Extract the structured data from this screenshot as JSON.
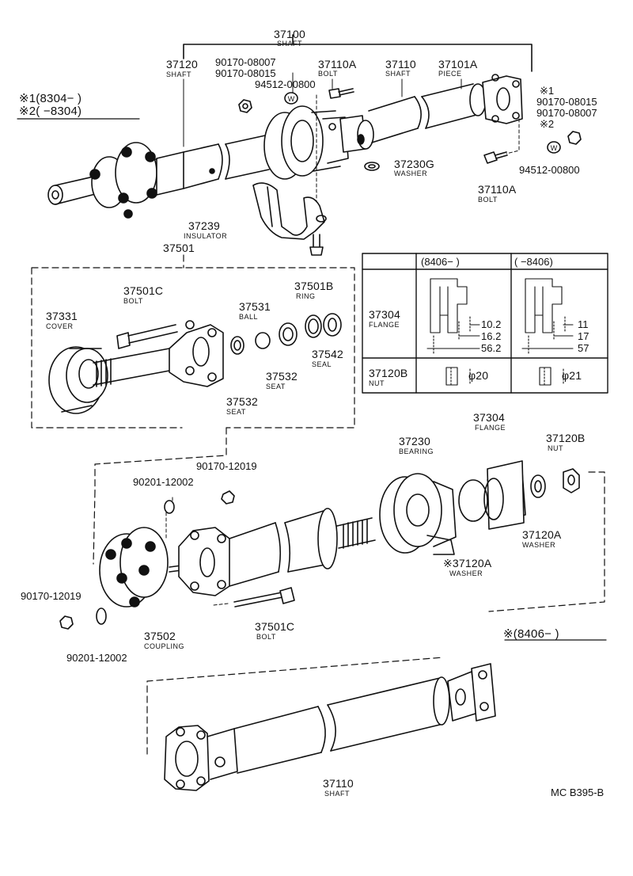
{
  "legend": {
    "note1": "※1(8304−      )",
    "note2": "※2(      −8304)",
    "note_bottom": "※(8406−      )"
  },
  "parts": {
    "p37100": {
      "num": "37100",
      "name": "SHAFT"
    },
    "p37120": {
      "num": "37120",
      "name": "SHAFT"
    },
    "p90170_08007": {
      "num": "90170-08007"
    },
    "p90170_08015": {
      "num": "90170-08015"
    },
    "p37110A_top": {
      "num": "37110A",
      "name": "BOLT"
    },
    "p94512_top": {
      "num": "94512-00800"
    },
    "p37110_top": {
      "num": "37110",
      "name": "SHAFT"
    },
    "p37101A": {
      "num": "37101A",
      "name": "PIECE"
    },
    "right_note1": "※1",
    "right_90170_08015": "90170-08015",
    "right_90170_08007": "90170-08007",
    "right_note2": "※2",
    "p37230G": {
      "num": "37230G",
      "name": "WASHER"
    },
    "p94512_right": {
      "num": "94512-00800"
    },
    "p37110A_right": {
      "num": "37110A",
      "name": "BOLT"
    },
    "p37239": {
      "num": "37239",
      "name": "INSULATOR"
    },
    "p37501": {
      "num": "37501"
    },
    "p37501C_top": {
      "num": "37501C",
      "name": "BOLT"
    },
    "p37501B": {
      "num": "37501B",
      "name": "RING"
    },
    "p37331": {
      "num": "37331",
      "name": "COVER"
    },
    "p37531": {
      "num": "37531",
      "name": "BALL"
    },
    "p37542": {
      "num": "37542",
      "name": "SEAL"
    },
    "p37532_a": {
      "num": "37532",
      "name": "SEAT"
    },
    "p37532_b": {
      "num": "37532",
      "name": "SEAT"
    },
    "p37304_bottom": {
      "num": "37304",
      "name": "FLANGE"
    },
    "p37230": {
      "num": "37230",
      "name": "BEARING"
    },
    "p37120B_bottom": {
      "num": "37120B",
      "name": "NUT"
    },
    "p90170_12019_top": {
      "num": "90170-12019"
    },
    "p90201_12002_top": {
      "num": "90201-12002"
    },
    "p37120A": {
      "num": "37120A",
      "name": "WASHER"
    },
    "p37120A_star": {
      "num": "※37120A",
      "name": "WASHER"
    },
    "p90170_12019_left": {
      "num": "90170-12019"
    },
    "p37502": {
      "num": "37502",
      "name": "COUPLING"
    },
    "p37501C_bottom": {
      "num": "37501C",
      "name": "BOLT"
    },
    "p90201_12002_bottom": {
      "num": "90201-12002"
    },
    "p37110_bottom": {
      "num": "37110",
      "name": "SHAFT"
    }
  },
  "table": {
    "col1_header": "(8406−      )",
    "col2_header": "(      −8406)",
    "row1": {
      "num": "37304",
      "name": "FLANGE",
      "dims_new": [
        "10.2",
        "16.2",
        "56.2"
      ],
      "dims_old": [
        "11",
        "17",
        "57"
      ]
    },
    "row2": {
      "num": "37120B",
      "name": "NUT",
      "dia_new": "φ20",
      "dia_old": "φ21"
    }
  },
  "code": "MC B395-B"
}
